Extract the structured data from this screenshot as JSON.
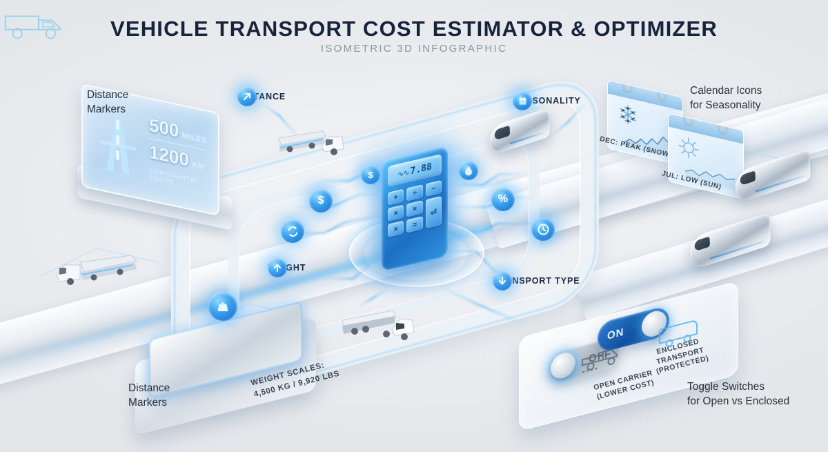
{
  "header": {
    "title": "VEHICLE TRANSPORT COST ESTIMATOR & OPTIMIZER",
    "subtitle": "ISOMETRIC 3D INFOGRAPHIC"
  },
  "colors": {
    "background": "#e8eaed",
    "title": "#16233a",
    "subtitle": "#8a939e",
    "accent_blue": "#2a8fe0",
    "glow_cyan": "#5fc4ff",
    "toggle_on": "#10529f",
    "toggle_off": "#aeb8c2"
  },
  "notes": {
    "distance_markers_top": "Distance\nMarkers",
    "distance_markers_bottom": "Distance\nMarkers",
    "calendar_icons": "Calendar Icons\nfor Seasonality",
    "toggle_switches": "Toggle Switches\nfor Open vs Enclosed"
  },
  "billboard": {
    "icon": "highway-icon",
    "value_miles": "500",
    "unit_miles": "MILES",
    "value_km": "1200",
    "unit_km": "KM",
    "caption": "CONTINENTAL ROUTE"
  },
  "callouts": [
    {
      "id": "distance",
      "label": "DISTANCE",
      "icon": "arrow-up-right-icon"
    },
    {
      "id": "weight",
      "label": "WEIGHT",
      "icon": "arrow-up-icon"
    },
    {
      "id": "transport_type",
      "label": "TRANSPORT TYPE",
      "icon": "arrow-down-icon"
    },
    {
      "id": "seasonality",
      "label": "SEASONALITY",
      "icon": "calendar-icon"
    }
  ],
  "calculator": {
    "display_wave": "∿∿",
    "display_value": "7.88",
    "keys": [
      "+",
      "÷",
      "−",
      "×",
      "×",
      "=",
      "×",
      "=",
      "⏎"
    ]
  },
  "cost_orbs": [
    {
      "id": "currency-1",
      "icon": "dollar-icon",
      "glyph": "$"
    },
    {
      "id": "currency-2",
      "icon": "dollar-icon",
      "glyph": "$"
    },
    {
      "id": "sync",
      "icon": "refresh-icon",
      "glyph": "⟳"
    },
    {
      "id": "fuel",
      "icon": "fuel-drop-icon",
      "glyph": "💧"
    },
    {
      "id": "percent",
      "icon": "percent-icon",
      "glyph": "%"
    },
    {
      "id": "time",
      "icon": "clock-icon",
      "glyph": "🕐"
    },
    {
      "id": "weight-orb",
      "icon": "weight-icon",
      "glyph": "⚖"
    }
  ],
  "calendars": [
    {
      "id": "december",
      "icon": "snowflake-icon",
      "label": "DEC: PEAK (SNOW)"
    },
    {
      "id": "july",
      "icon": "sun-icon",
      "label": "JUL: LOW (SUN)"
    }
  ],
  "weight_scale": {
    "caption": "WEIGHT SCALES:\n4,500 KG / 9,920 LBS",
    "vehicle_icon": "truck-hologram-icon",
    "badge_icon": "weight-icon"
  },
  "toggles": [
    {
      "id": "open_carrier",
      "state": "OFF",
      "label": "OPEN CARRIER\n(LOWER COST)",
      "icon": "open-truck-icon"
    },
    {
      "id": "enclosed_transport",
      "state": "ON",
      "label": "ENCLOSED TRANSPORT\n(PROTECTED)",
      "icon": "enclosed-truck-icon"
    }
  ],
  "vehicles": [
    {
      "id": "truck-left",
      "type": "semi-truck"
    },
    {
      "id": "truck-top",
      "type": "semi-truck"
    },
    {
      "id": "truck-center",
      "type": "semi-truck"
    },
    {
      "id": "train-top",
      "type": "bullet-train"
    },
    {
      "id": "train-mid",
      "type": "bullet-train"
    },
    {
      "id": "train-low",
      "type": "bullet-train"
    }
  ]
}
